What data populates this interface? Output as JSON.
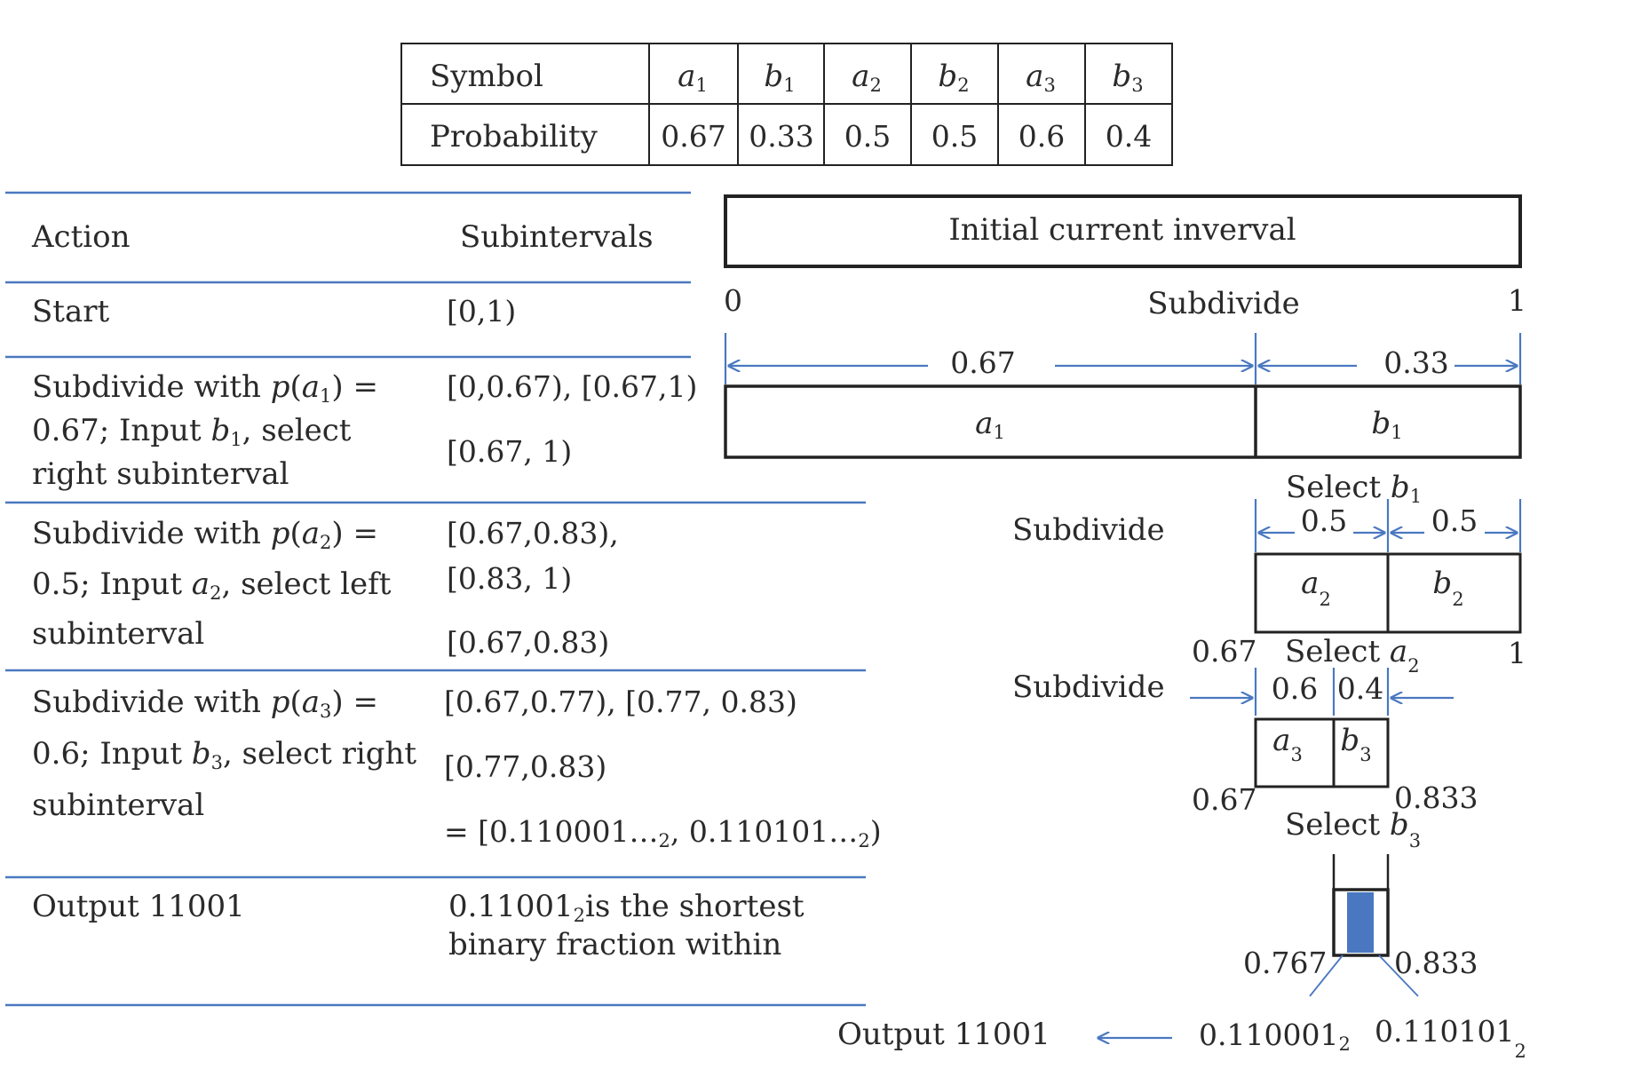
{
  "colors": {
    "accent": "#4a78c0",
    "fill": "#4a78c0",
    "ink": "#2a2a2a"
  },
  "prob_table": {
    "row_header_symbol": "Symbol",
    "row_header_probability": "Probability",
    "symbols": [
      {
        "letter": "a",
        "idx": "1"
      },
      {
        "letter": "b",
        "idx": "1"
      },
      {
        "letter": "a",
        "idx": "2"
      },
      {
        "letter": "b",
        "idx": "2"
      },
      {
        "letter": "a",
        "idx": "3"
      },
      {
        "letter": "b",
        "idx": "3"
      }
    ],
    "probabilities": [
      "0.67",
      "0.33",
      "0.5",
      "0.5",
      "0.6",
      "0.4"
    ]
  },
  "steps_table": {
    "header_action": "Action",
    "header_subintervals": "Subintervals",
    "start_action": "Start",
    "start_interval": "[0,1)",
    "step1": {
      "l1_pre": "Subdivide with ",
      "p": "p",
      "open": "(",
      "sym": "a",
      "idx": "1",
      "close": ") =",
      "l2_pre": "0.67; Input ",
      "in_sym": "b",
      "in_idx": "1",
      "l2_post": ", select",
      "l3": "right subinterval",
      "intervals": "[0,0.67), [0.67,1)",
      "selected": "[0.67, 1)"
    },
    "step2": {
      "l1_pre": "Subdivide with ",
      "p": "p",
      "open": "(",
      "sym": "a",
      "idx": "2",
      "close": ") =",
      "l2_pre": "0.5; Input ",
      "in_sym": "a",
      "in_idx": "2",
      "l2_post": ", select left",
      "l3": "subinterval",
      "intervals_1": "[0.67,0.83),",
      "intervals_2": "[0.83, 1)",
      "selected": "[0.67,0.83)"
    },
    "step3": {
      "l1_pre": "Subdivide with ",
      "p": "p",
      "open": "(",
      "sym": "a",
      "idx": "3",
      "close": ") =",
      "l2_pre": "0.6; Input ",
      "in_sym": "b",
      "in_idx": "3",
      "l2_post": ", select right",
      "l3": "subinterval",
      "intervals": "[0.67,0.77), [0.77, 0.83)",
      "selected": "[0.77,0.83)",
      "binary_pre": "= [0.110001…",
      "binary_sub1": "2",
      "binary_mid": ", 0.110101…",
      "binary_sub2": "2",
      "binary_post": ")"
    },
    "output": {
      "action": "Output 11001",
      "desc_1_pre": "0.11001",
      "desc_1_sub": "2",
      "desc_1_post": "is the shortest",
      "desc_2": "binary fraction within"
    }
  },
  "diagram": {
    "initial_label": "Initial current inverval",
    "left_zero": "0",
    "right_one": "1",
    "subdivide": "Subdivide",
    "level1": {
      "p_a": "0.67",
      "p_b": "0.33",
      "a": "a",
      "a_idx": "1",
      "b": "b",
      "b_idx": "1"
    },
    "select_b1": {
      "pre": "Select ",
      "sym": "b",
      "idx": "1"
    },
    "level2": {
      "p_a": "0.5",
      "p_b": "0.5",
      "a": "a",
      "a_idx": "2",
      "b": "b",
      "b_idx": "2",
      "left": "0.67",
      "right": "1"
    },
    "select_a2": {
      "pre": "Select ",
      "sym": "a",
      "idx": "2"
    },
    "level3": {
      "p_a": "0.6",
      "p_b": "0.4",
      "a": "a",
      "a_idx": "3",
      "b": "b",
      "b_idx": "3",
      "left": "0.67",
      "right": "0.833"
    },
    "select_b3": {
      "pre": "Select ",
      "sym": "b",
      "idx": "3"
    },
    "final": {
      "left": "0.767",
      "right": "0.833"
    },
    "output_label": "Output 11001",
    "bin_left": "0.110001",
    "bin_left_sub": "2",
    "bin_right": "0.110101",
    "bin_right_sub": "2"
  }
}
